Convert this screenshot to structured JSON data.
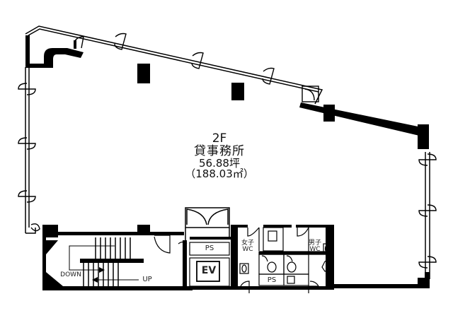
{
  "plan": {
    "floor": "2F",
    "use": "貸事務所",
    "area_tsubo": "56.88坪",
    "area_sqm": "（188.03㎡）"
  },
  "rooms": {
    "ps_upper": "PS",
    "ev": "EV",
    "womens_wc_line1": "女子",
    "womens_wc_line2": "WC",
    "mens_wc_line1": "男子",
    "mens_wc_line2": "WC",
    "ps_lower": "PS"
  },
  "stairs": {
    "down": "DOWN",
    "up": "UP"
  },
  "colors": {
    "wall": "#000000",
    "background": "#ffffff"
  }
}
